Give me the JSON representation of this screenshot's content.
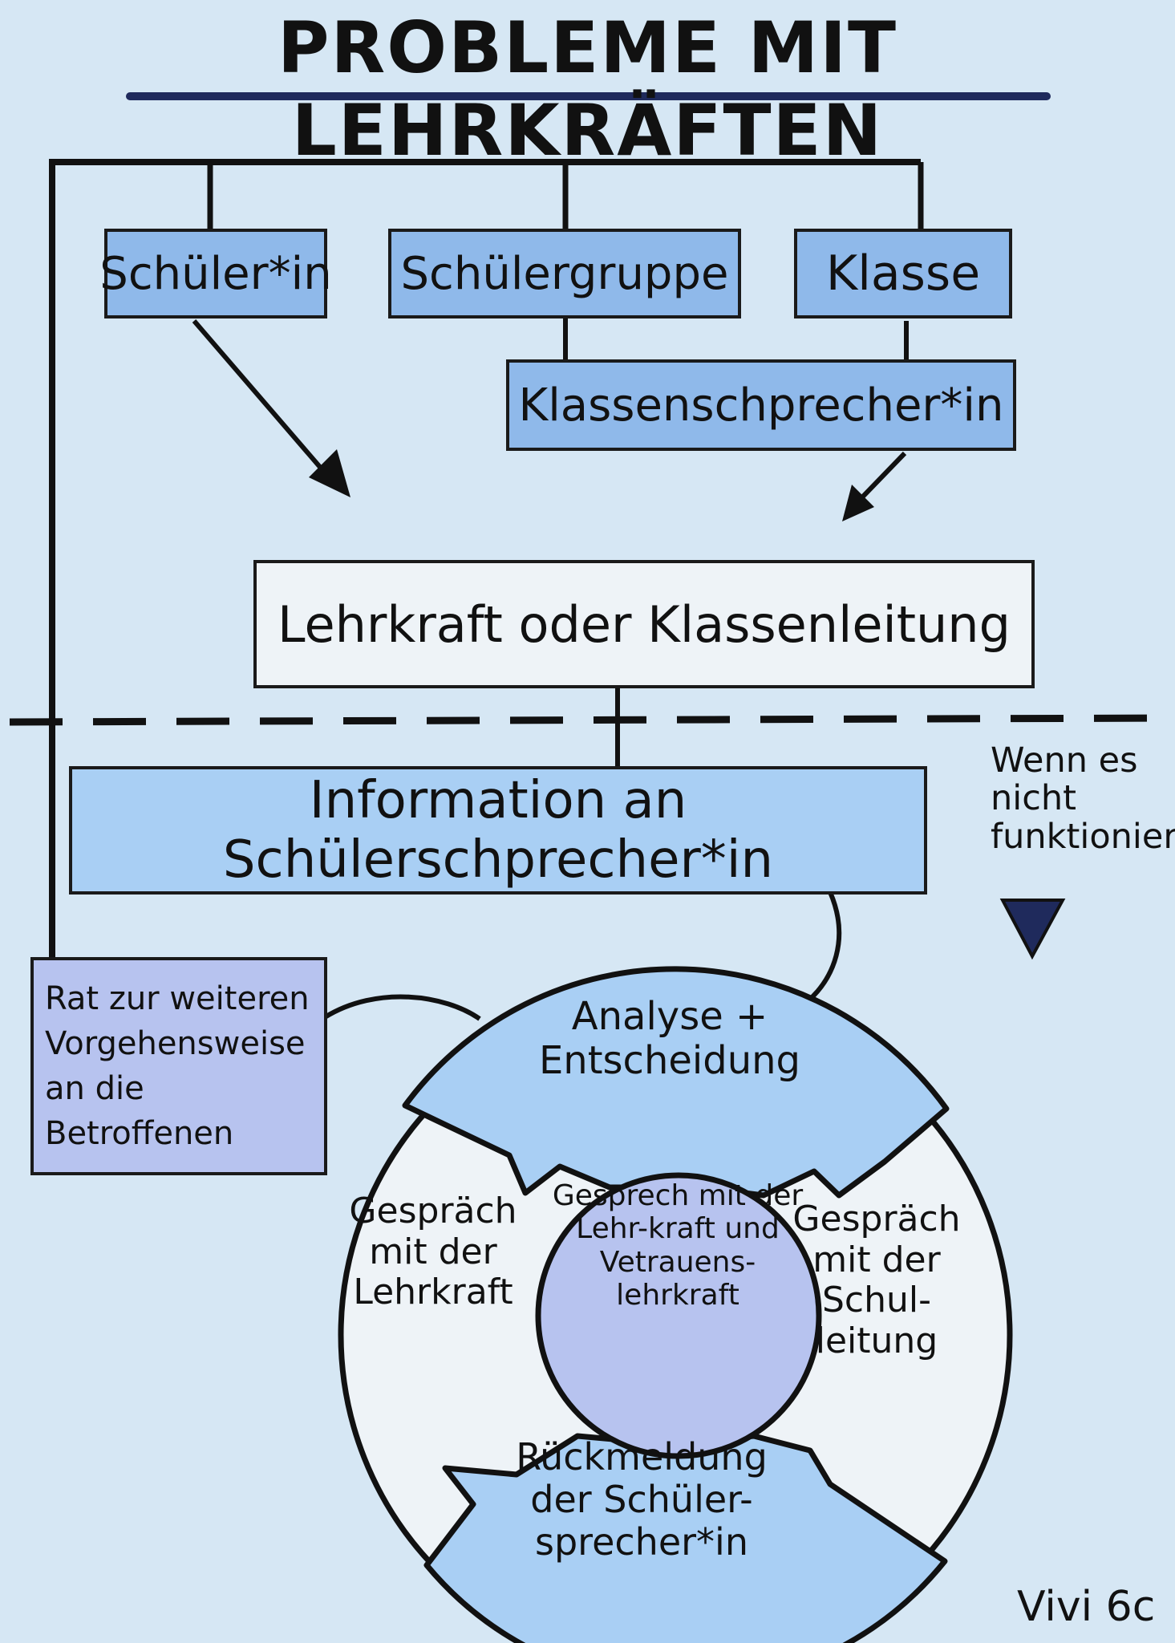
{
  "title": "PROBLEME MIT LEHRKRÄFTEN",
  "top_boxes": {
    "schueler": "Schüler*in",
    "gruppe": "Schülergruppe",
    "klasse": "Klasse",
    "klassensprecher": "Klassenschprecher*in"
  },
  "lehrkraft": "Lehrkraft oder Klassenleitung",
  "information": "Information an Schülerschprecher*in",
  "fallback_note": "Wenn es nicht funktionierl",
  "advice": "Rat zur weiteren Vorgehensweise an die Betroffenen",
  "cycle": {
    "top": "Analyse + Entscheidung",
    "left": "Gespräch mit der Lehrkraft",
    "right": "Gespräch mit der Schul-leitung",
    "bottom": "Rückmeldung der Schüler-sprecher*in",
    "center": "Gesprech mit der Lehr-kraft und Vetrauens-lehrkraft"
  },
  "signature": "Vivi 6c",
  "colors": {
    "background": "#d6e7f4",
    "box_blue": "#8fb9ea",
    "box_light": "#eef3f7",
    "box_violet": "#b7c3ef",
    "title_underline": "#1f2a5c",
    "triangle": "#1f2a5c"
  }
}
